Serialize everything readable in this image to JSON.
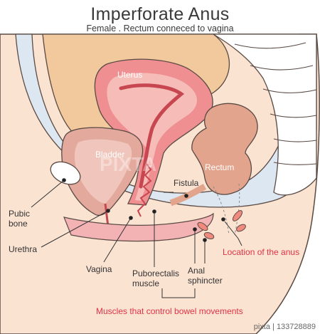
{
  "title": "Imperforate Anus",
  "subtitle": "Female . Rectum conneced to vagina",
  "labels": {
    "uterus": "Uterus",
    "bladder": "Bladder",
    "rectum": "Rectum",
    "fistula": "Fistula",
    "pubic_bone_1": "Pubic",
    "pubic_bone_2": "bone",
    "urethra": "Urethra",
    "vagina": "Vagina",
    "puborectalis_1": "Puborectalis",
    "puborectalis_2": "muscle",
    "anal_sphincter_1": "Anal",
    "anal_sphincter_2": "sphincter",
    "location_anus": "Location of the anus",
    "muscles_bowel": "Muscles that control bowel movements"
  },
  "watermark": "PIXTA",
  "stock_id": "pixta | 133728889",
  "colors": {
    "skin": "#fbe3d2",
    "outline": "#5a4a44",
    "blue_band": "#dde7f1",
    "organ_tan": "#f2c99c",
    "uterus_outer": "#ef8f92",
    "uterus_inner": "#f6bcb8",
    "uterus_cavity": "#c8464f",
    "bladder": "#e3a99d",
    "rectum": "#e2a48c",
    "accent_red": "#e03346"
  }
}
